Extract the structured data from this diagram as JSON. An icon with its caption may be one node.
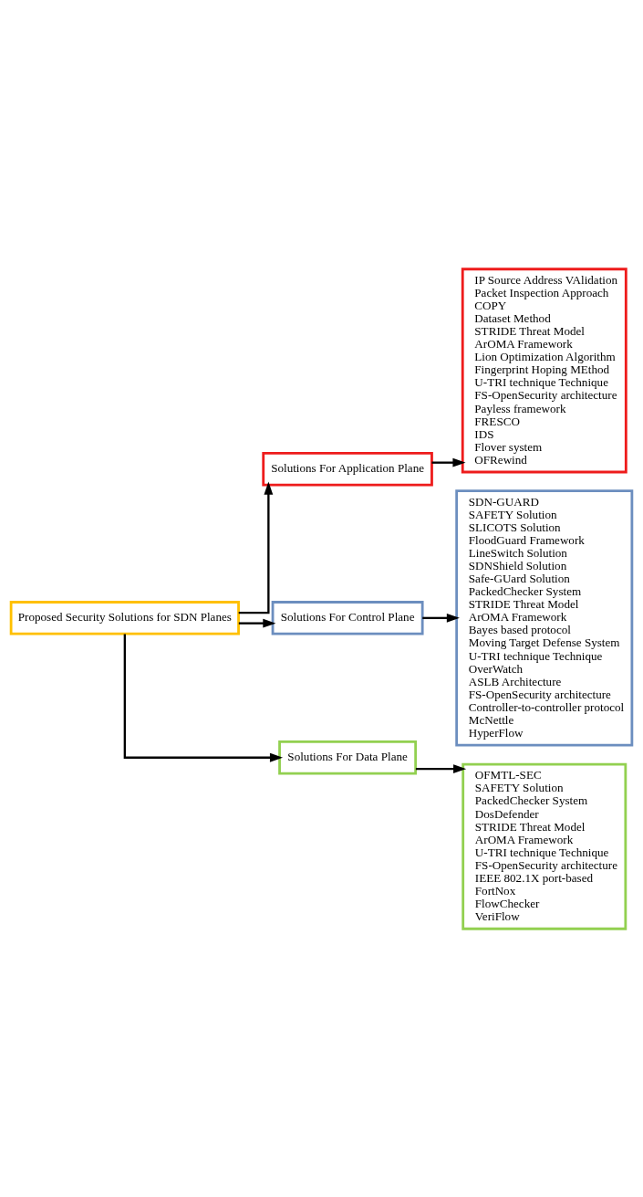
{
  "diagram": {
    "nodes": [
      {
        "text": [
          "Proposed Security Solutions for SDN Planes"
        ]
      },
      {
        "text": [
          "Solutions For Application Plane"
        ]
      },
      {
        "text": [
          "IP Source Address VAlidation",
          "Packet Inspection Approach",
          "COPY",
          "Dataset Method",
          "STRIDE Threat Model",
          "ArOMA Framework",
          "Lion Optimization Algorithm",
          "Fingerprint Hoping MEthod",
          "U-TRI technique Technique",
          "FS-OpenSecurity architecture",
          "Payless framework",
          "FRESCO",
          "IDS",
          "Flover system",
          "OFRewind"
        ]
      },
      {
        "text": [
          "Solutions For Control Plane"
        ]
      },
      {
        "text": [
          "SDN-GUARD",
          "SAFETY Solution",
          "SLICOTS Solution",
          "FloodGuard Framework",
          "LineSwitch Solution",
          "SDNShield Solution",
          "Safe-GUard Solution",
          "PackedChecker System",
          "STRIDE Threat Model",
          "ArOMA Framework",
          "Bayes based protocol",
          "Moving Target Defense System",
          "U-TRI technique Technique",
          "OverWatch",
          "ASLB Architecture",
          "FS-OpenSecurity architecture",
          "Controller-to-controller protocol",
          "McNettle",
          "HyperFlow"
        ]
      },
      {
        "text": [
          "Solutions For Data Plane"
        ]
      },
      {
        "text": [
          "OFMTL-SEC",
          "SAFETY Solution",
          "PackedChecker System",
          "DosDefender",
          "STRIDE Threat Model",
          "ArOMA Framework",
          "U-TRI technique Technique",
          "FS-OpenSecurity architecture",
          "IEEE 802.1X port-based",
          "FortNox",
          "FlowChecker",
          "VeriFlow"
        ]
      }
    ],
    "edges": [
      {
        "from": 0,
        "to": 1,
        "arrow": "to"
      },
      {
        "from": 0,
        "to": 3,
        "arrow": "to"
      },
      {
        "from": 0,
        "to": 5,
        "arrow": "to"
      },
      {
        "from": 1,
        "to": 2,
        "arrow": "to"
      },
      {
        "from": 3,
        "to": 4,
        "arrow": "to"
      },
      {
        "from": 5,
        "to": 6,
        "arrow": "to"
      }
    ]
  }
}
